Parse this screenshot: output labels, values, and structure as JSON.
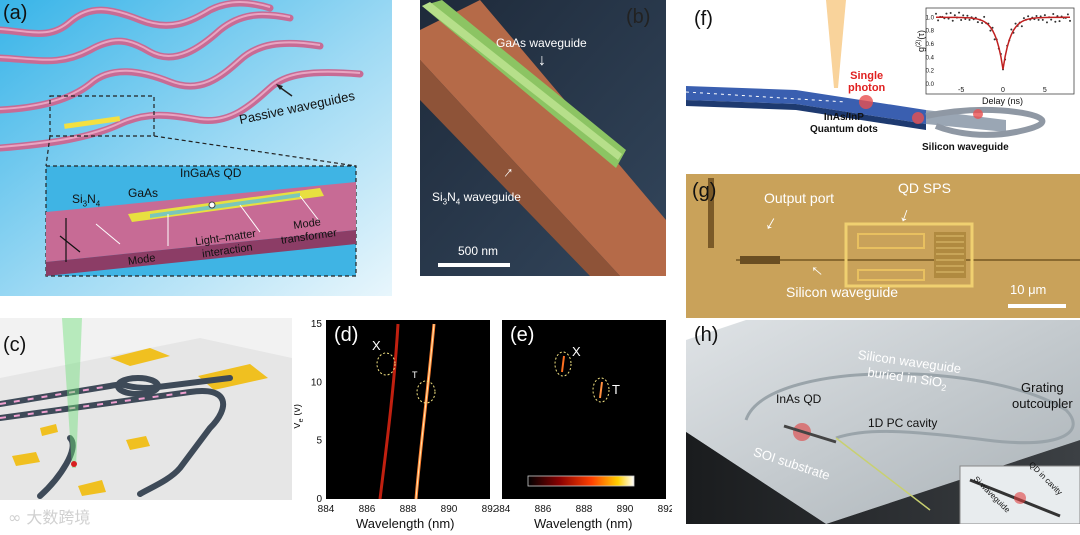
{
  "panels": {
    "a": {
      "label": "(a)",
      "passive_waveguides": "Passive waveguides",
      "inset": {
        "si3n4": "Si",
        "si3n4_sub3": "3",
        "si3n4_n": "N",
        "si3n4_sub4": "4",
        "gaas": "GaAs",
        "ingaas_qd": "InGaAs QD",
        "mode": "Mode",
        "light_matter_1": "Light–matter",
        "light_matter_2": "interaction",
        "mode_transformer_1": "Mode",
        "mode_transformer_2": "transformer"
      }
    },
    "b": {
      "label": "(b)",
      "gaas_waveguide": "GaAs waveguide",
      "si3n4_waveguide_a": "Si",
      "si3n4_waveguide_sub3": "3",
      "si3n4_waveguide_b": "N",
      "si3n4_waveguide_sub4": "4",
      "si3n4_waveguide_c": " waveguide",
      "scale": "500 nm"
    },
    "c": {
      "label": "(c)"
    },
    "d": {
      "label": "(d)",
      "ylabel": "V",
      "ylabel_sub": "e",
      "ylabel_unit": " (v)",
      "xlabel": "Wavelength (nm)",
      "x_ticks": [
        "884",
        "886",
        "888",
        "890",
        "892"
      ],
      "y_ticks": [
        "0",
        "5",
        "10",
        "15"
      ],
      "marker_x": "X",
      "marker_t": "T"
    },
    "e": {
      "label": "(e)",
      "xlabel": "Wavelength (nm)",
      "x_ticks": [
        "884",
        "886",
        "888",
        "890",
        "892"
      ],
      "marker_x": "X",
      "marker_t": "T"
    },
    "f": {
      "label": "(f)",
      "single_photon_1": "Single",
      "single_photon_2": "photon",
      "quantum_dots_1": "InAs/InP",
      "quantum_dots_2": "Quantum dots",
      "silicon_waveguide": "Silicon waveguide",
      "inset": {
        "ylabel": "g",
        "ylabel_sup": "(2)",
        "ylabel_tau": "(τ)",
        "xlabel": "Delay (ns)",
        "x_ticks": [
          "-5",
          "0",
          "5"
        ],
        "y_ticks": [
          "0.0",
          "0.2",
          "0.4",
          "0.6",
          "0.8",
          "1.0"
        ]
      }
    },
    "g": {
      "label": "(g)",
      "output_port": "Output port",
      "qd_sps": "QD SPS",
      "silicon_waveguide": "Silicon waveguide",
      "scale": "10 μm"
    },
    "h": {
      "label": "(h)",
      "buried_1": "Silicon waveguide",
      "buried_2a": "buried in SiO",
      "buried_2sub": "2",
      "grating_1": "Grating",
      "grating_2": "outcoupler",
      "inas_qd": "InAs QD",
      "pc_cavity": "1D PC cavity",
      "soi_substrate": "SOI substrate",
      "inset_si_waveguide": "Si waveguide",
      "inset_qd_cavity": "QD in cavity"
    }
  },
  "watermark": "大数跨境",
  "colors": {
    "waveguide_pink": "#d0709a",
    "sky_blue": "#2aa8e0",
    "gaas_green": "#8fc45a",
    "sin_orange": "#c46a42",
    "gold": "#f0c020",
    "chip_gold": "#c8a040",
    "qd_red": "#d82020"
  }
}
